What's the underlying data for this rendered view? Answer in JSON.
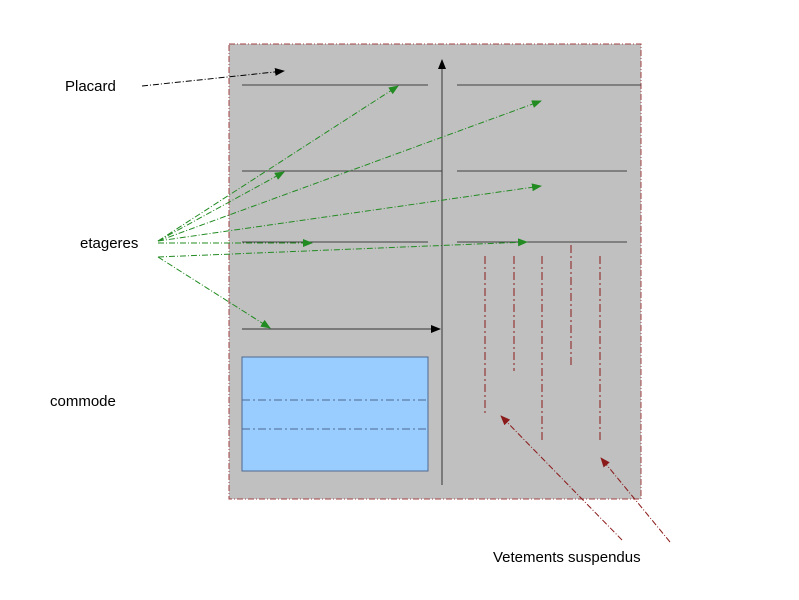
{
  "labels": {
    "placard": "Placard",
    "etageres": "etageres",
    "commode": "commode",
    "vetements": "Vetements suspendus"
  },
  "colors": {
    "background": "#ffffff",
    "cabinet_fill": "#c0c0c0",
    "cabinet_border": "#a04040",
    "shelf_line": "#404040",
    "commode_fill": "#99ccff",
    "commode_line": "#506a90",
    "shelf_arrow": "#228b22",
    "pointer_arrow": "#000000",
    "clothes": "#8b1a1a",
    "text": "#000000"
  }
}
